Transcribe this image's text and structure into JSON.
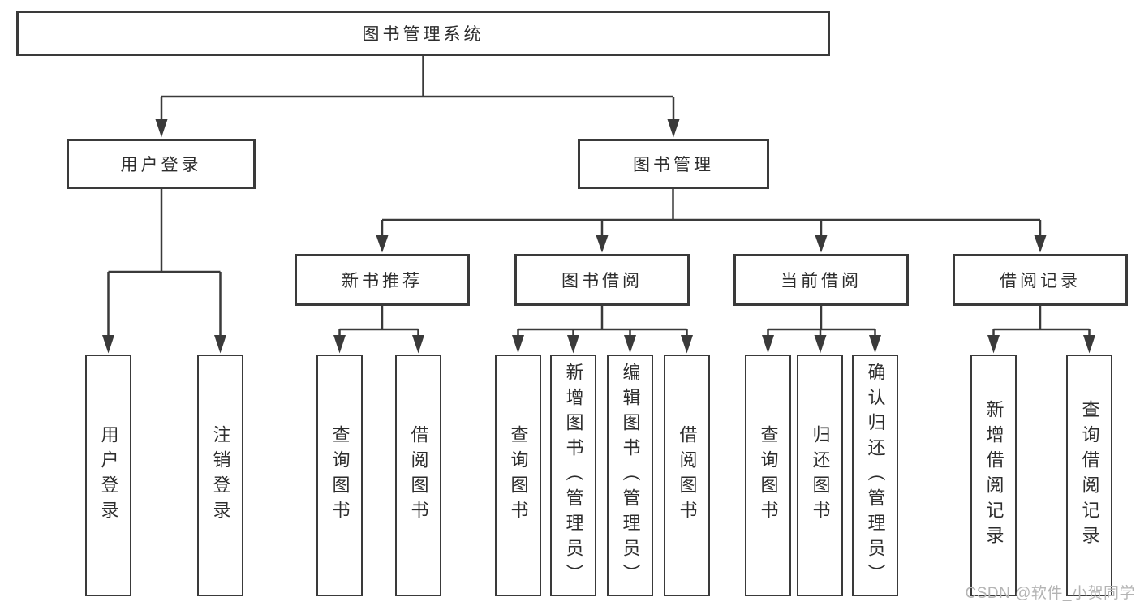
{
  "tree": {
    "label": "图书管理系统",
    "children": [
      {
        "label": "用户登录",
        "children": [
          {
            "label": "用户登录"
          },
          {
            "label": "注销登录"
          }
        ]
      },
      {
        "label": "图书管理",
        "children": [
          {
            "label": "新书推荐",
            "children": [
              {
                "label": "查询图书"
              },
              {
                "label": "借阅图书"
              }
            ]
          },
          {
            "label": "图书借阅",
            "children": [
              {
                "label": "查询图书"
              },
              {
                "label": "新增图书（管理员）"
              },
              {
                "label": "编辑图书（管理员）"
              },
              {
                "label": "借阅图书"
              }
            ]
          },
          {
            "label": "当前借阅",
            "children": [
              {
                "label": "查询图书"
              },
              {
                "label": "归还图书"
              },
              {
                "label": "确认归还（管理员）"
              }
            ]
          },
          {
            "label": "借阅记录",
            "children": [
              {
                "label": "新增借阅记录"
              },
              {
                "label": "查询借阅记录"
              }
            ]
          }
        ]
      }
    ]
  },
  "watermark": {
    "text": "CSDN @软件_小贺同学"
  },
  "colors": {
    "line": "#3a3a3a",
    "box_border": "#3a3a3a",
    "text": "#2d2d2d",
    "watermark": "#b4b4b4",
    "background": "#ffffff"
  }
}
